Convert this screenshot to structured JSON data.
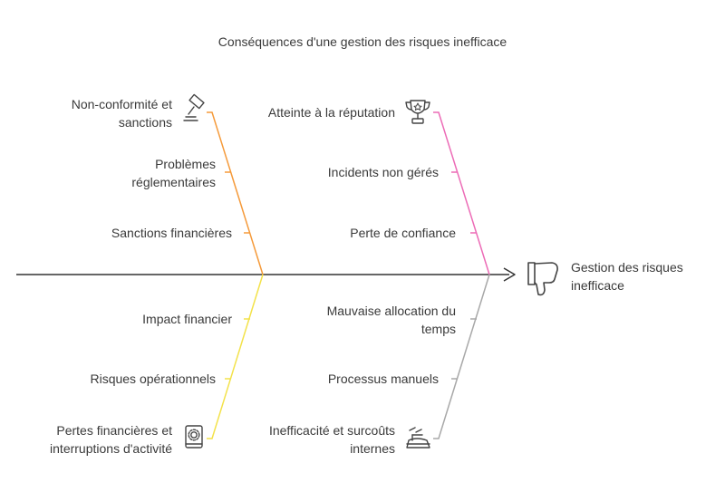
{
  "title": "Conséquences d'une gestion des risques inefficace",
  "effect": {
    "label_line1": "Gestion des risques",
    "label_line2": "inefficace",
    "icon": "thumbs-down-icon"
  },
  "branches": {
    "top_left": {
      "color": "#f59a3a",
      "items": [
        {
          "line1": "Non-conformité et",
          "line2": "sanctions",
          "icon": "gavel-icon"
        },
        {
          "line1": "Problèmes",
          "line2": "réglementaires"
        },
        {
          "line1": "Sanctions financières"
        }
      ]
    },
    "top_right": {
      "color": "#ec6bb6",
      "items": [
        {
          "line1": "Atteinte à la réputation",
          "icon": "trophy-icon"
        },
        {
          "line1": "Incidents non gérés"
        },
        {
          "line1": "Perte de confiance"
        }
      ]
    },
    "bottom_left": {
      "color": "#f3e24a",
      "items": [
        {
          "line1": "Impact financier"
        },
        {
          "line1": "Risques opérationnels"
        },
        {
          "line1": "Pertes financières et",
          "line2": "interruptions d'activité",
          "icon": "settings-book-icon"
        }
      ]
    },
    "bottom_right": {
      "color": "#a8a8a8",
      "items": [
        {
          "line1": "Mauvaise allocation du",
          "line2": "temps"
        },
        {
          "line1": "Processus manuels"
        },
        {
          "line1": "Inefficacité et surcoûts",
          "line2": "internes",
          "icon": "iron-icon"
        }
      ]
    }
  },
  "spine_color": "#333333"
}
